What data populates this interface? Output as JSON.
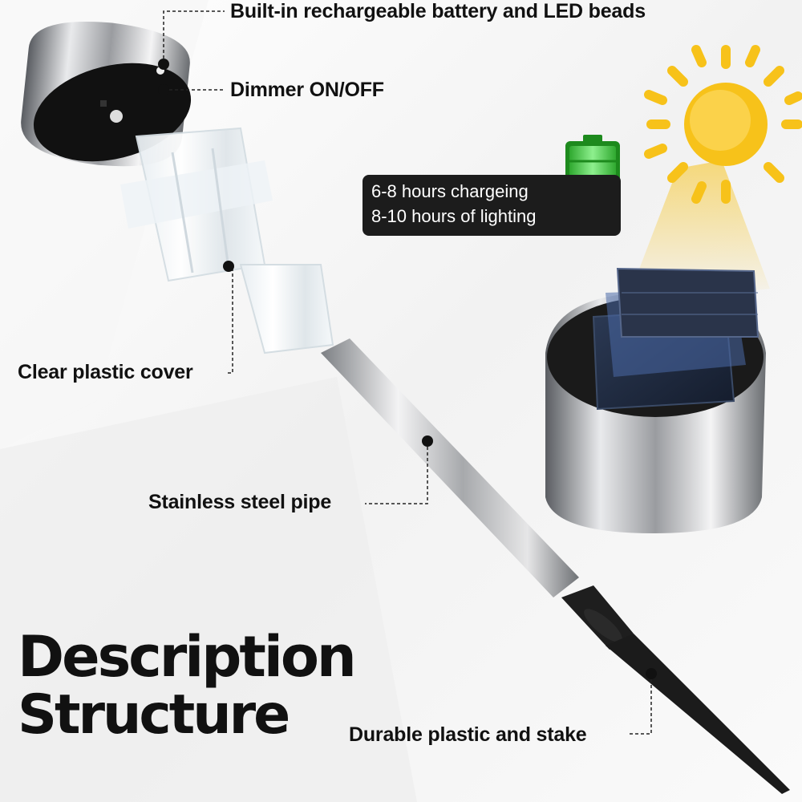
{
  "labels": {
    "battery_leds": "Built-in rechargeable battery and LED beads",
    "dimmer": "Dimmer ON/OFF",
    "cover": "Clear plastic cover",
    "pipe": "Stainless steel pipe",
    "stake": "Durable plastic and stake"
  },
  "badge": {
    "charging": "6-8 hours chargeing",
    "lighting": "8-10 hours of lighting"
  },
  "title": {
    "line1": "Description",
    "line2": "Structure"
  },
  "colors": {
    "sun": "#f7c21a",
    "battery": "#3fc43f",
    "badge_bg": "#1c1c1c",
    "steel": "#b9bcc0",
    "stake": "#1e1e1e"
  },
  "icons": [
    "sun-icon",
    "battery-full-icon",
    "solar-panel-icon"
  ]
}
